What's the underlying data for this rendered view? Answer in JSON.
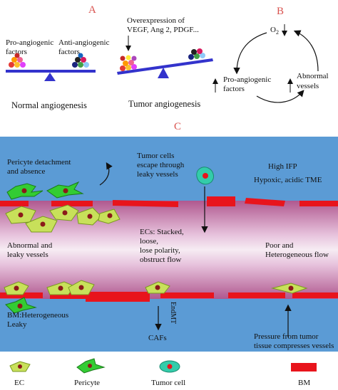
{
  "panels": {
    "a": {
      "label": "A",
      "normal": {
        "left_label_1": "Pro-angiogenic",
        "left_label_2": "factors",
        "right_label_1": "Anti-angiogenic",
        "right_label_2": "factors",
        "caption": "Normal angiogenesis"
      },
      "tumor": {
        "note_1": "Overexpression of",
        "note_2": "VEGF, Ang 2, PDGF...",
        "caption": "Tumor angiogenesis"
      }
    },
    "b": {
      "label": "B",
      "o2": "O",
      "o2_sub": "2",
      "left_1": "Pro-angiogenic",
      "left_2": "factors",
      "right_1": "Abnormal",
      "right_2": "vessels"
    },
    "c": {
      "label": "C",
      "pericyte_1": "Pericyte detachment",
      "pericyte_2": "and absence",
      "escape_1": "Tumor cells",
      "escape_2": "escape through",
      "escape_3": "leaky vessels",
      "ifp": "High IFP",
      "tme": "Hypoxic, acidic  TME",
      "ecs_1": "ECs: Stacked,",
      "ecs_2": "loose,",
      "ecs_3": "lose polarity,",
      "ecs_4": "obstruct flow",
      "abn_1": "Abnormal and",
      "abn_2": "leaky vessels",
      "flow_1": "Poor and",
      "flow_2": "Heterogeneous flow",
      "bm_1": "BM:Heterogeneous",
      "bm_2": "Leaky",
      "endmt": "EndMT",
      "cafs": "CAFs",
      "press_1": "Pressure from tumor",
      "press_2": "tissue compresses vessels"
    }
  },
  "legend": {
    "ec": "EC",
    "pericyte": "Pericyte",
    "tumor_cell": "Tumor cell",
    "bm": "BM"
  },
  "colors": {
    "panel_label": "#d9534f",
    "background": "#5b9bd5",
    "bm": "#e8141c",
    "ec": "#c8e05a",
    "pericyte": "#33cc33",
    "tumor_cell": "#33ccaa",
    "nucleus": "#8b1a1a",
    "lumen_pink": "#c85fa0",
    "scale": "#3333cc"
  }
}
